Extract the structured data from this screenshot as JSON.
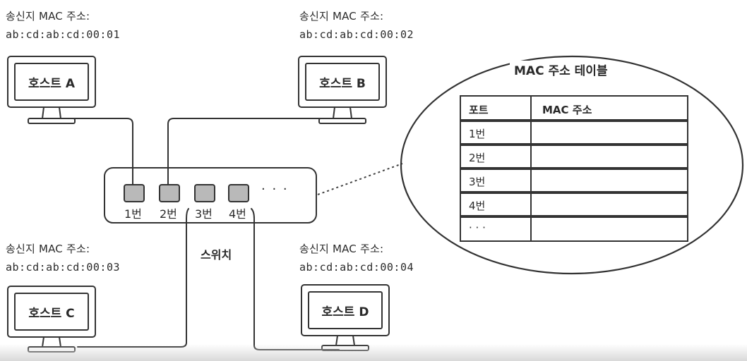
{
  "hosts": [
    {
      "id": "a",
      "name": "호스트 A",
      "sender_label": "송신지 MAC 주소:",
      "mac": "ab:cd:ab:cd:00:01"
    },
    {
      "id": "b",
      "name": "호스트 B",
      "sender_label": "송신지 MAC 주소:",
      "mac": "ab:cd:ab:cd:00:02"
    },
    {
      "id": "c",
      "name": "호스트 C",
      "sender_label": "송신지 MAC 주소:",
      "mac": "ab:cd:ab:cd:00:03"
    },
    {
      "id": "d",
      "name": "호스트 D",
      "sender_label": "송신지 MAC 주소:",
      "mac": "ab:cd:ab:cd:00:04"
    }
  ],
  "switch": {
    "label": "스위치",
    "ports": [
      "1번",
      "2번",
      "3번",
      "4번"
    ],
    "more": "· · ·"
  },
  "mac_table": {
    "title": "MAC 주소 테이블",
    "headers": [
      "포트",
      "MAC 주소"
    ],
    "rows": [
      [
        "1번",
        ""
      ],
      [
        "2번",
        ""
      ],
      [
        "3번",
        ""
      ],
      [
        "4번",
        ""
      ],
      [
        "· · ·",
        ""
      ]
    ]
  }
}
